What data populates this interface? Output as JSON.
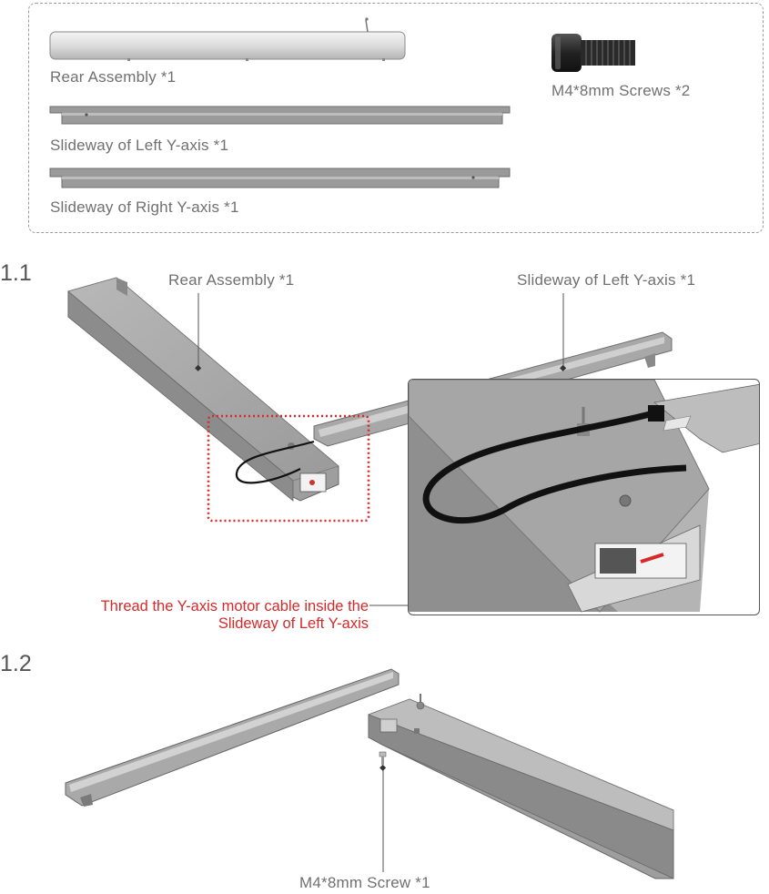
{
  "parts": {
    "rear_assembly": "Rear Assembly *1",
    "screws": "M4*8mm Screws *2",
    "left_slideway": "Slideway of Left Y-axis *1",
    "right_slideway": "Slideway of Right Y-axis *1"
  },
  "step_1_1": {
    "number": "1.1",
    "rear_assembly_label": "Rear Assembly *1",
    "left_slideway_label": "Slideway of Left Y-axis *1",
    "instruction_line1": "Thread the Y-axis motor cable inside the",
    "instruction_line2": "Slideway of Left Y-axis"
  },
  "step_1_2": {
    "number": "1.2",
    "screw_label": "M4*8mm Screw *1"
  },
  "colors": {
    "instruction_red": "#d42a2a",
    "part_gray": "#9e9e9e",
    "dashed_border": "#9a9a9a"
  }
}
